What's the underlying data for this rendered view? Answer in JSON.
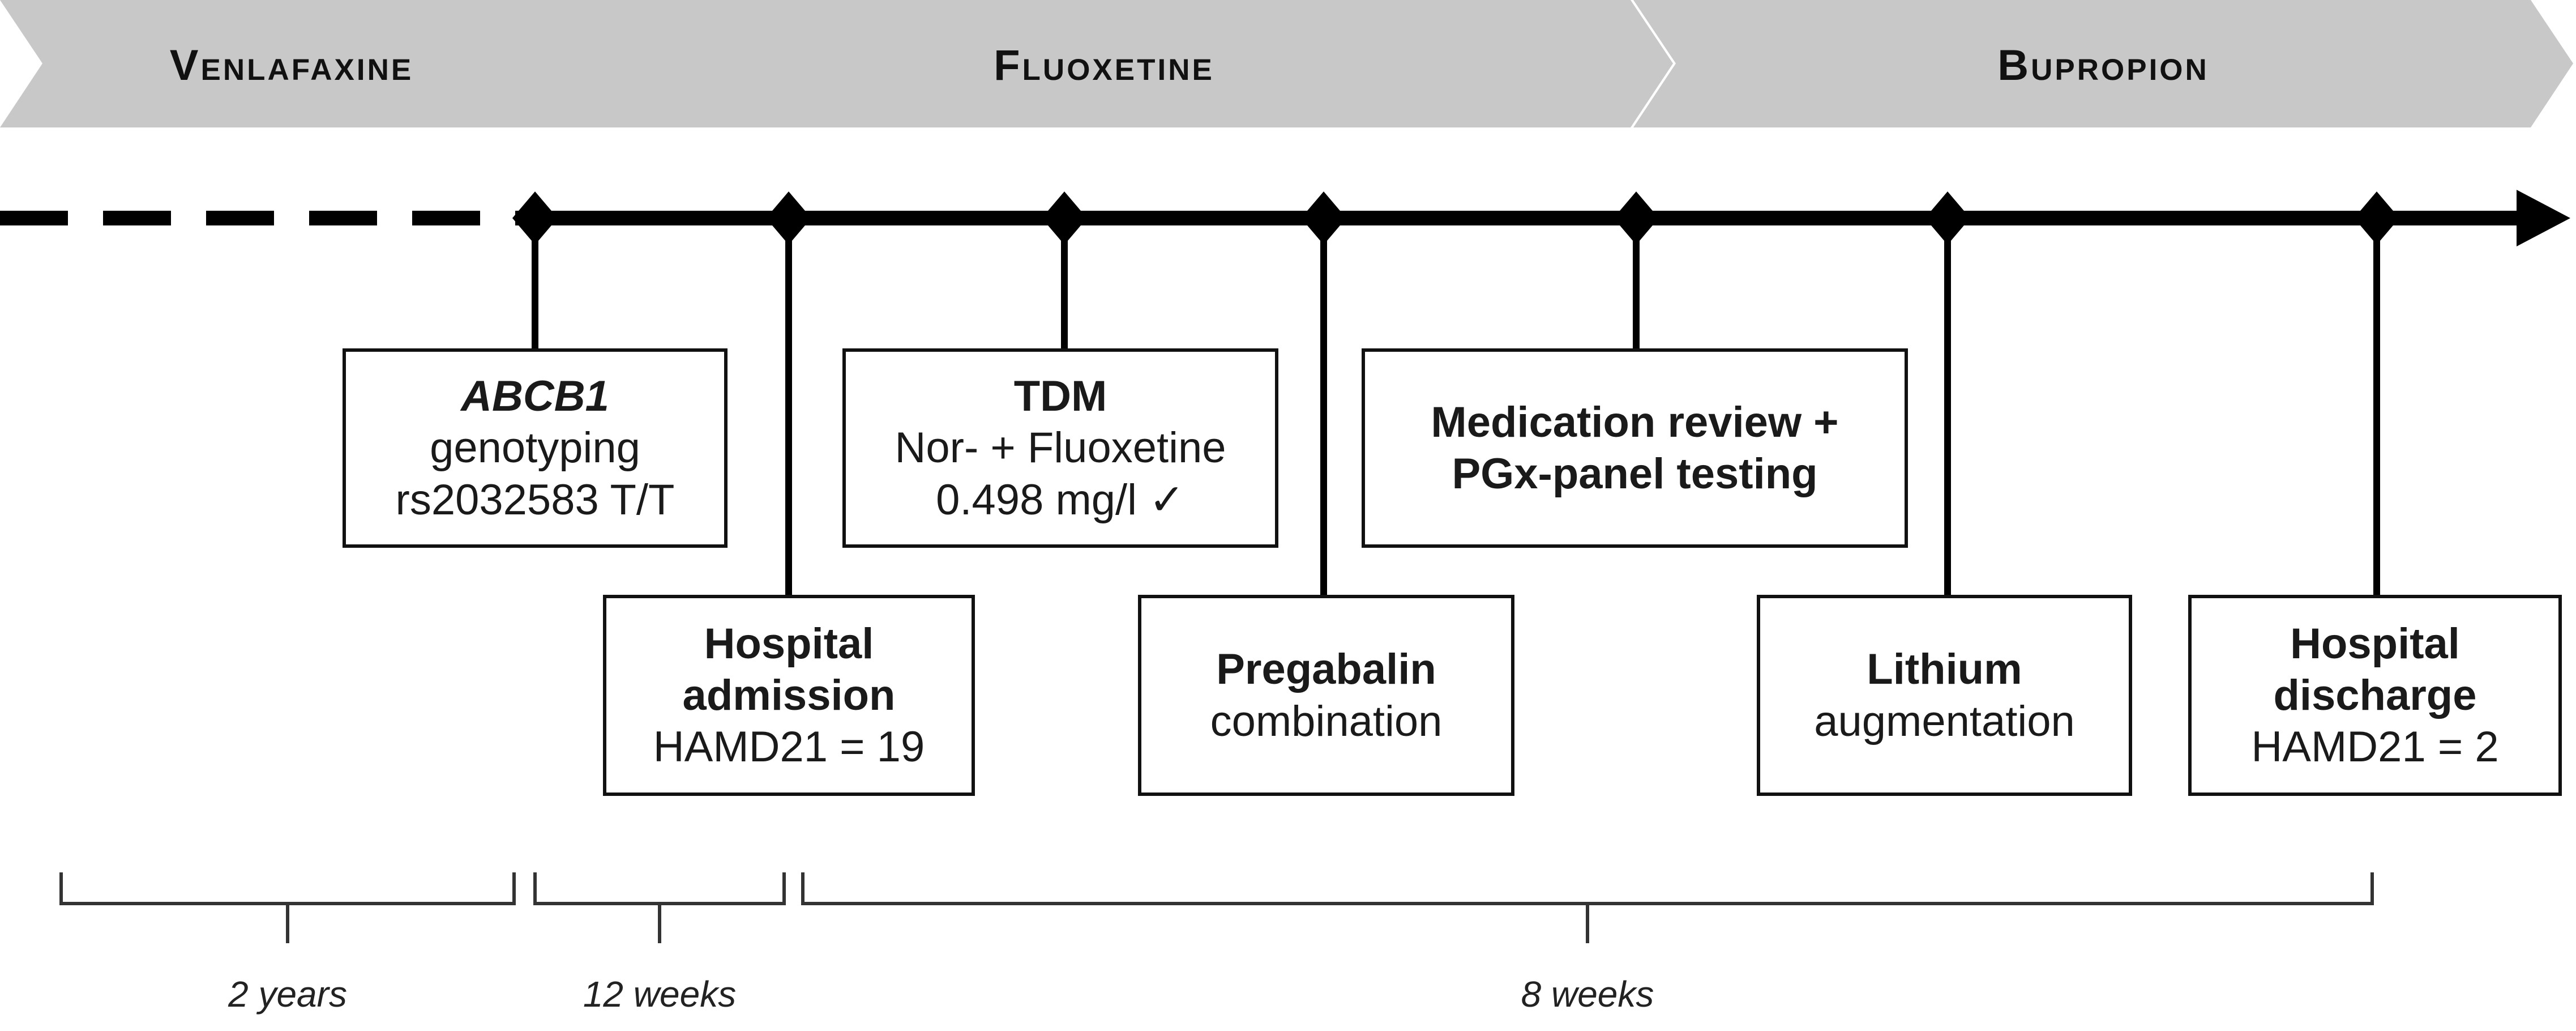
{
  "phases": [
    {
      "label": "Venlafaxine"
    },
    {
      "label": "Fluoxetine"
    },
    {
      "label": "Bupropion"
    }
  ],
  "events": [
    {
      "title": "ABCB1",
      "line1": "genotyping",
      "line2": "rs2032583 T/T"
    },
    {
      "title1": "Hospital",
      "title2": "admission",
      "line1": "HAMD21 = 19"
    },
    {
      "title": "TDM",
      "line1": "Nor- + Fluoxetine",
      "line2": "0.498 mg/l ✓"
    },
    {
      "title": "Pregabalin",
      "line1": "combination"
    },
    {
      "title1": "Medication review +",
      "title2": "PGx-panel testing"
    },
    {
      "title": "Lithium",
      "line1": "augmentation"
    },
    {
      "title1": "Hospital",
      "title2": "discharge",
      "line1": "HAMD21 = 2"
    }
  ],
  "durations": [
    {
      "label": "2 years"
    },
    {
      "label": "12 weeks"
    },
    {
      "label": "8 weeks"
    }
  ],
  "colors": {
    "phase_fill": "#c8c8c8",
    "line": "#000000",
    "box_border": "#111111"
  }
}
